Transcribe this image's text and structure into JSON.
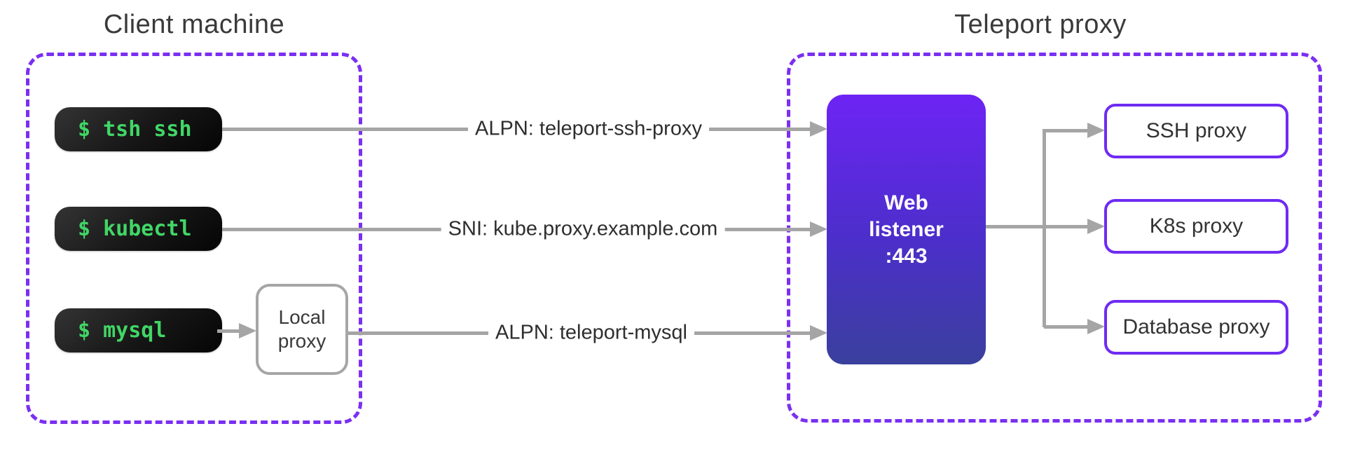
{
  "client": {
    "title": "Client machine",
    "terminals": [
      {
        "command": "$ tsh ssh"
      },
      {
        "command": "$ kubectl"
      },
      {
        "command": "$ mysql"
      }
    ],
    "local_proxy": {
      "label": "Local proxy"
    }
  },
  "connections": [
    {
      "label": "ALPN: teleport-ssh-proxy"
    },
    {
      "label": "SNI: kube.proxy.example.com"
    },
    {
      "label": "ALPN: teleport-mysql"
    }
  ],
  "teleport": {
    "title": "Teleport proxy",
    "web_listener": {
      "lines": [
        "Web",
        "listener",
        ":443"
      ]
    },
    "proxies": [
      {
        "label": "SSH proxy"
      },
      {
        "label": "K8s proxy"
      },
      {
        "label": "Database proxy"
      }
    ]
  },
  "colors": {
    "group_border_purple": "#7b2ff2",
    "proxy_border_purple": "#6f2bf2",
    "connector_gray": "#a5a5a5",
    "terminal_green": "#41d666",
    "terminal_background": "#161616",
    "web_listener_gradient_top": "#6d24f4",
    "web_listener_gradient_bottom": "#3a409d",
    "text_dark": "#3a3a3a"
  }
}
